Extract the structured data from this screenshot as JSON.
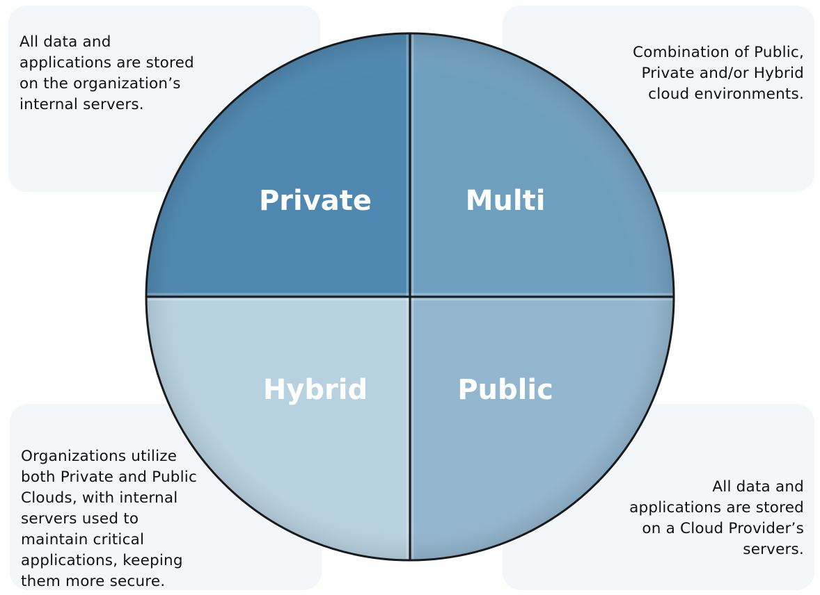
{
  "diagram": {
    "quadrants": [
      {
        "id": "private",
        "label": "Private",
        "color": "#4e87b0"
      },
      {
        "id": "multi",
        "label": "Multi",
        "color": "#6f9fbf"
      },
      {
        "id": "hybrid",
        "label": "Hybrid",
        "color": "#b8d1e1"
      },
      {
        "id": "public",
        "label": "Public",
        "color": "#93b6cf"
      }
    ],
    "descriptions": {
      "private": [
        "All data and",
        "applications are stored",
        "on the organization’s",
        "internal servers."
      ],
      "multi": [
        "Combination of Public,",
        "Private and/or Hybrid",
        "cloud environments."
      ],
      "hybrid": [
        "Organizations utilize",
        "both Private and Public",
        "Clouds, with internal",
        "servers used to",
        "maintain critical",
        "applications, keeping",
        "them more secure."
      ],
      "public": [
        "All data and",
        "applications are stored",
        "on a Cloud Provider’s",
        "servers."
      ]
    },
    "card_color": "#f4f7f9",
    "outline_color": "#1a1a1a"
  }
}
